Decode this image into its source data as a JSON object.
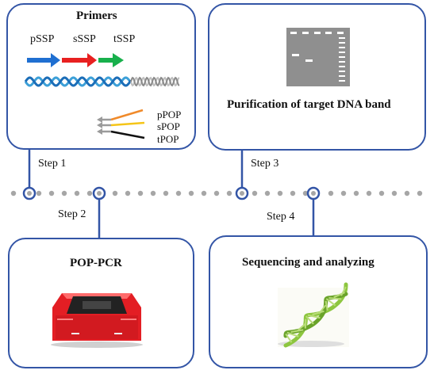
{
  "boxes": {
    "primers": {
      "title": "Primers"
    },
    "purification": {
      "title": "Purification of target DNA band"
    },
    "pop_pcr": {
      "title": "POP-PCR"
    },
    "sequencing": {
      "title": "Sequencing and analyzing"
    }
  },
  "steps": [
    "Step 1",
    "Step 2",
    "Step 3",
    "Step 4"
  ],
  "primers": {
    "ssp": [
      {
        "label": "pSSP",
        "color": "#1f6fd1"
      },
      {
        "label": "sSSP",
        "color": "#e82020"
      },
      {
        "label": "tSSP",
        "color": "#18b04c"
      }
    ],
    "pop": [
      {
        "label": "pPOP",
        "color": "#f08a2a"
      },
      {
        "label": "sPOP",
        "color": "#f5c518"
      },
      {
        "label": "tPOP",
        "color": "#111111"
      }
    ]
  },
  "colors": {
    "accent": "#3355a6",
    "dots": "#a6a6a6",
    "gel": "#8f8f8f",
    "machine": "#e31e24",
    "dna": "#8dc63f"
  },
  "icons": [
    "dna-helix-icon",
    "gel-image-icon",
    "pcr-machine-icon",
    "dna-3d-icon"
  ]
}
